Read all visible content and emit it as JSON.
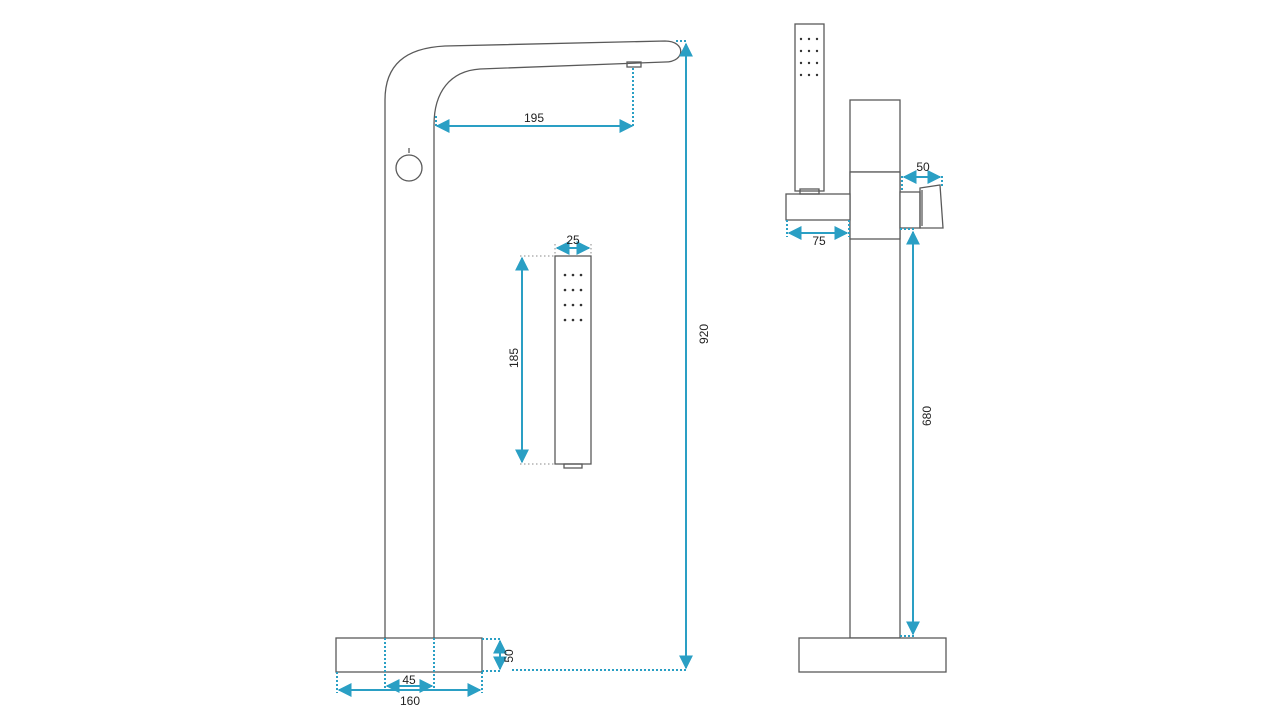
{
  "dimensions": {
    "spout_reach": "195",
    "total_height": "920",
    "handshower_width": "25",
    "handshower_length": "185",
    "base_height": "50",
    "column_width": "45",
    "base_width": "160",
    "holder_depth": "50",
    "mount_depth": "75",
    "holder_height": "680"
  },
  "colors": {
    "dimension_line": "#2a9fc4",
    "outline": "#5a5a5a"
  }
}
